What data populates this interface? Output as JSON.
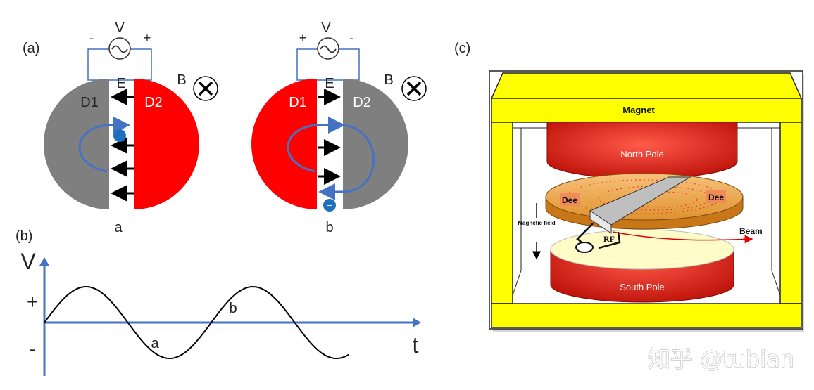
{
  "panel_a": {
    "label": "(a)",
    "left": {
      "voltage": "V",
      "minus": "-",
      "plus": "+",
      "field": "E",
      "bfield": "B",
      "dee1": "D1",
      "dee2": "D2",
      "electron_sign": "−",
      "caption": "a"
    },
    "right": {
      "voltage": "V",
      "plus": "+",
      "minus": "-",
      "field": "E",
      "bfield": "B",
      "dee1": "D1",
      "dee2": "D2",
      "electron_sign": "−",
      "caption": "b"
    },
    "colors": {
      "dee_gray": "#7f7f7f",
      "dee_red": "#ff0000",
      "path_blue": "#4472c4",
      "electron": "#1f6fbf"
    }
  },
  "panel_b": {
    "label": "(b)",
    "y_axis": "V",
    "x_axis": "t",
    "plus": "+",
    "minus": "-",
    "trough_label": "a",
    "peak_label": "b"
  },
  "panel_c": {
    "label": "(c)",
    "magnet": "Magnet",
    "north_pole": "North Pole",
    "south_pole": "South Pole",
    "dee_left": "Dee",
    "dee_right": "Dee",
    "magnetic_field": "Magnetic field",
    "rf": "RF",
    "beam": "Beam",
    "colors": {
      "frame": "#ffff00",
      "pole": "#e8241c",
      "dee": "#f0b060"
    }
  },
  "watermark": "知乎 @tubian"
}
